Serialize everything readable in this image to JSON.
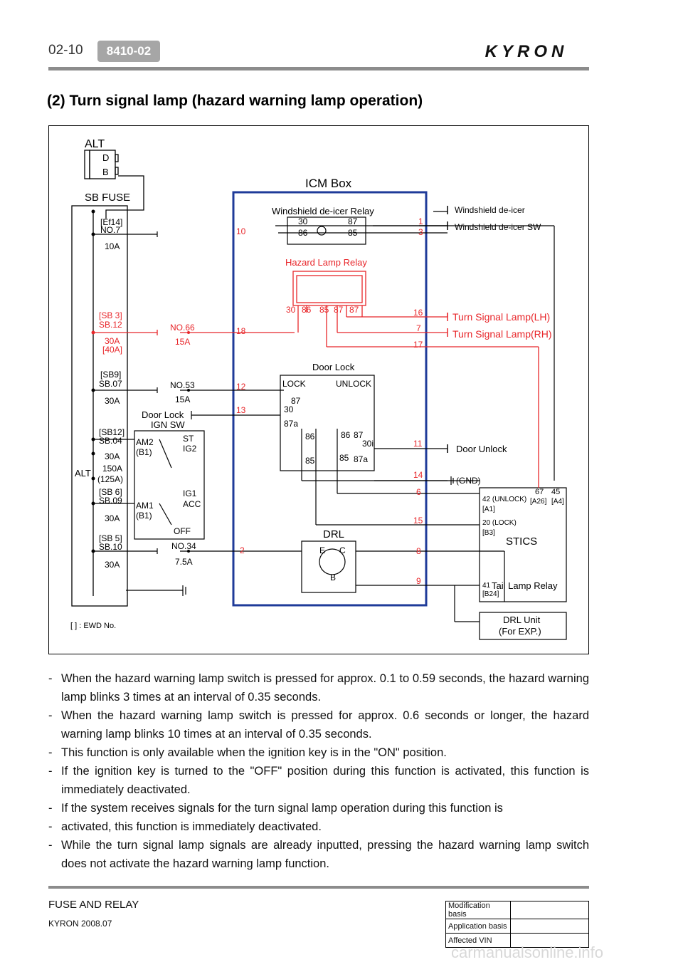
{
  "header": {
    "page_number": "02-10",
    "section_code": "8410-02",
    "brand": "KYRON"
  },
  "title": "(2) Turn signal lamp (hazard warning lamp operation)",
  "diagram": {
    "alt_title": "ALT",
    "alt_d": "D",
    "alt_b": "B",
    "sb_fuse": "SB FUSE",
    "icm_box": "ICM Box",
    "windshield_relay": "Windshield de-icer Relay",
    "hazard_relay": "Hazard Lamp Relay",
    "door_lock": "Door Lock",
    "drl": "DRL",
    "stics": "STICS",
    "ign_sw": "IGN SW",
    "door_lock_sw": "Door Lock",
    "ewd_note": "[ ] : EWD No.",
    "alt_label": "ALT",
    "fuses": [
      {
        "ewd": "[Ef14]",
        "name": "NO.7",
        "rating": "10A",
        "rating2": ""
      },
      {
        "ewd": "[SB 3]",
        "name": "SB.12",
        "rating": "30A",
        "rating2": "[40A]"
      },
      {
        "ewd": "[SB9]",
        "name": "SB.07",
        "rating": "30A",
        "rating2": ""
      },
      {
        "ewd": "[SB12]",
        "name": "SB.04",
        "rating": "30A",
        "rating2": ""
      },
      {
        "ewd": "[SB 6]",
        "name": "SB.09",
        "rating": "30A",
        "rating2": ""
      },
      {
        "ewd": "[SB 5]",
        "name": "SB.10",
        "rating": "30A",
        "rating2": ""
      }
    ],
    "main_fuse": "150A",
    "main_fuse2": "(125A)",
    "icm_fuses": [
      {
        "name": "NO.66",
        "rating": "15A"
      },
      {
        "name": "NO.53",
        "rating": "15A"
      },
      {
        "name": "NO.34",
        "rating": "7.5A"
      }
    ],
    "ign": {
      "am2": "AM2",
      "am2b": "(B1)",
      "st": "ST",
      "ig2": "IG2",
      "am1": "AM1",
      "am1b": "(B1)",
      "ig1": "IG1",
      "acc": "ACC",
      "off": "OFF"
    },
    "icm_pins_left": [
      "10",
      "18",
      "12",
      "13",
      "2"
    ],
    "icm_pins_right": [
      "1",
      "3",
      "16",
      "7",
      "17",
      "11",
      "14",
      "6",
      "15",
      "8",
      "9"
    ],
    "relay_pins": {
      "ws": [
        "30",
        "87",
        "86",
        "85"
      ],
      "hz": [
        "30",
        "86",
        "85",
        "87",
        "87"
      ],
      "dl": [
        "LOCK",
        "UNLOCK",
        "87",
        "30",
        "87a",
        "86",
        "85",
        "86",
        "87",
        "30i",
        "85",
        "87a"
      ],
      "drl": [
        "E",
        "C",
        "B"
      ]
    },
    "outputs": [
      "Windshield de-icer",
      "Windshield de-icer SW",
      "Turn Signal Lamp(LH)",
      "Turn Signal Lamp(RH)",
      "Door Unlock",
      "(GND)"
    ],
    "stics_pins": {
      "p42": "42 (UNLOCK)",
      "a1": "[A1]",
      "p67": "67",
      "a26": "[A26]",
      "p45": "45",
      "a4": "[A4]",
      "p20": "20 (LOCK)",
      "b3": "[B3]",
      "p41": "41",
      "b24": "[B24]",
      "tail": "Tail Lamp Relay"
    },
    "drl_unit": [
      "DRL Unit",
      "(For EXP.)"
    ]
  },
  "notes": [
    "When the hazard warning lamp switch is pressed for approx. 0.1 to 0.59 seconds, the hazard warning lamp blinks 3 times at an interval of 0.35 seconds.",
    "When the hazard warning lamp switch is pressed for approx. 0.6 seconds or longer, the hazard warning lamp blinks 10 times at an interval of 0.35 seconds.",
    "This function is only available when the ignition key is in the \"ON\" position.",
    "If the ignition key is turned to the \"OFF\" position during this function is activated, this function is immediately deactivated.",
    "If the system receives signals for the turn signal lamp operation during this function is",
    "activated, this function is immediately deactivated.",
    "While the turn signal lamp signals are already inputted, pressing the hazard warning lamp switch does not activate the hazard warning lamp function."
  ],
  "footer": {
    "section": "FUSE AND RELAY",
    "model": "KYRON 2008.07"
  },
  "modification_table": [
    "Modification basis",
    "Application basis",
    "Affected VIN"
  ],
  "watermark": "carmanualsonline.info",
  "colors": {
    "red": "#e8262a",
    "blue": "#1f3b99",
    "gray_bar": "#8c8c8c"
  }
}
